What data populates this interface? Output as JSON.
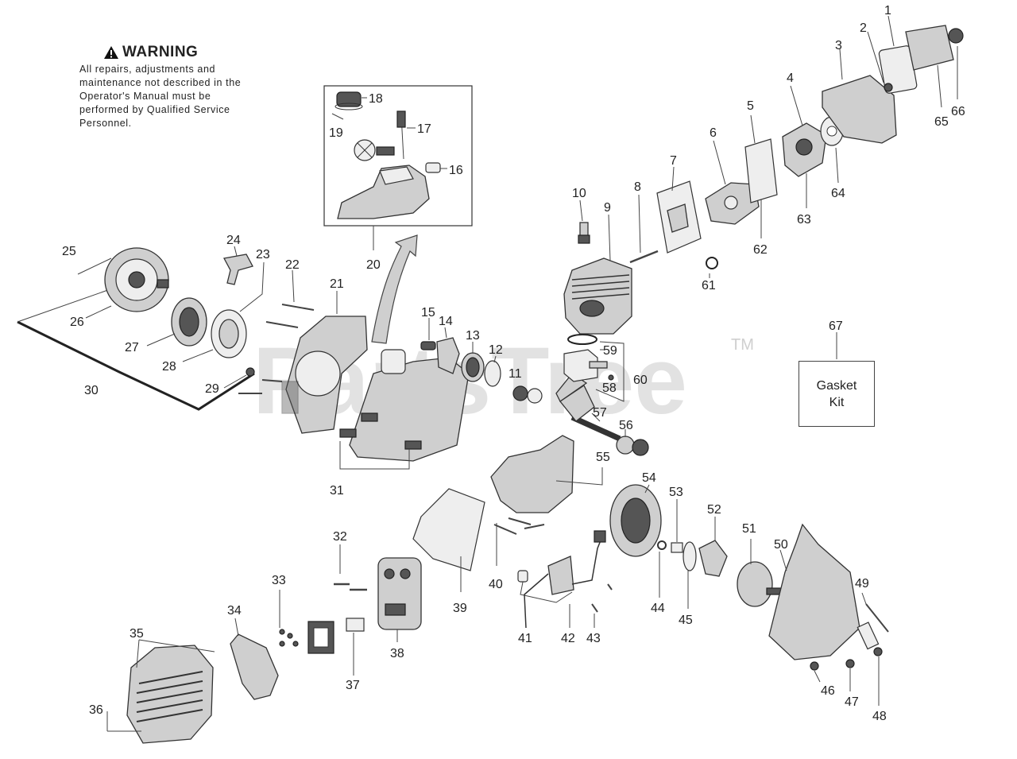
{
  "warning": {
    "title": "WARNING",
    "text": "All repairs, adjustments and maintenance not described in the Operator's Manual must be performed by Qualified Service Personnel."
  },
  "watermark": {
    "text": "PartsTree",
    "tm": "TM"
  },
  "gasket_kit": {
    "number": "67",
    "line1": "Gasket",
    "line2": "Kit"
  },
  "callouts": {
    "c1": "1",
    "c2": "2",
    "c3": "3",
    "c4": "4",
    "c5": "5",
    "c6": "6",
    "c7": "7",
    "c8": "8",
    "c9": "9",
    "c10": "10",
    "c11": "11",
    "c12": "12",
    "c13": "13",
    "c14": "14",
    "c15": "15",
    "c16": "16",
    "c17": "17",
    "c18": "18",
    "c19": "19",
    "c20": "20",
    "c21": "21",
    "c22": "22",
    "c23": "23",
    "c24": "24",
    "c25": "25",
    "c26": "26",
    "c27": "27",
    "c28": "28",
    "c29": "29",
    "c30": "30",
    "c31": "31",
    "c32": "32",
    "c33": "33",
    "c34": "34",
    "c35": "35",
    "c36": "36",
    "c37": "37",
    "c38": "38",
    "c39": "39",
    "c40": "40",
    "c41": "41",
    "c42": "42",
    "c43": "43",
    "c44": "44",
    "c45": "45",
    "c46": "46",
    "c47": "47",
    "c48": "48",
    "c49": "49",
    "c50": "50",
    "c51": "51",
    "c52": "52",
    "c53": "53",
    "c54": "54",
    "c55": "55",
    "c56": "56",
    "c57": "57",
    "c58": "58",
    "c59": "59",
    "c60": "60",
    "c61": "61",
    "c62": "62",
    "c63": "63",
    "c64": "64",
    "c65": "65",
    "c66": "66"
  }
}
